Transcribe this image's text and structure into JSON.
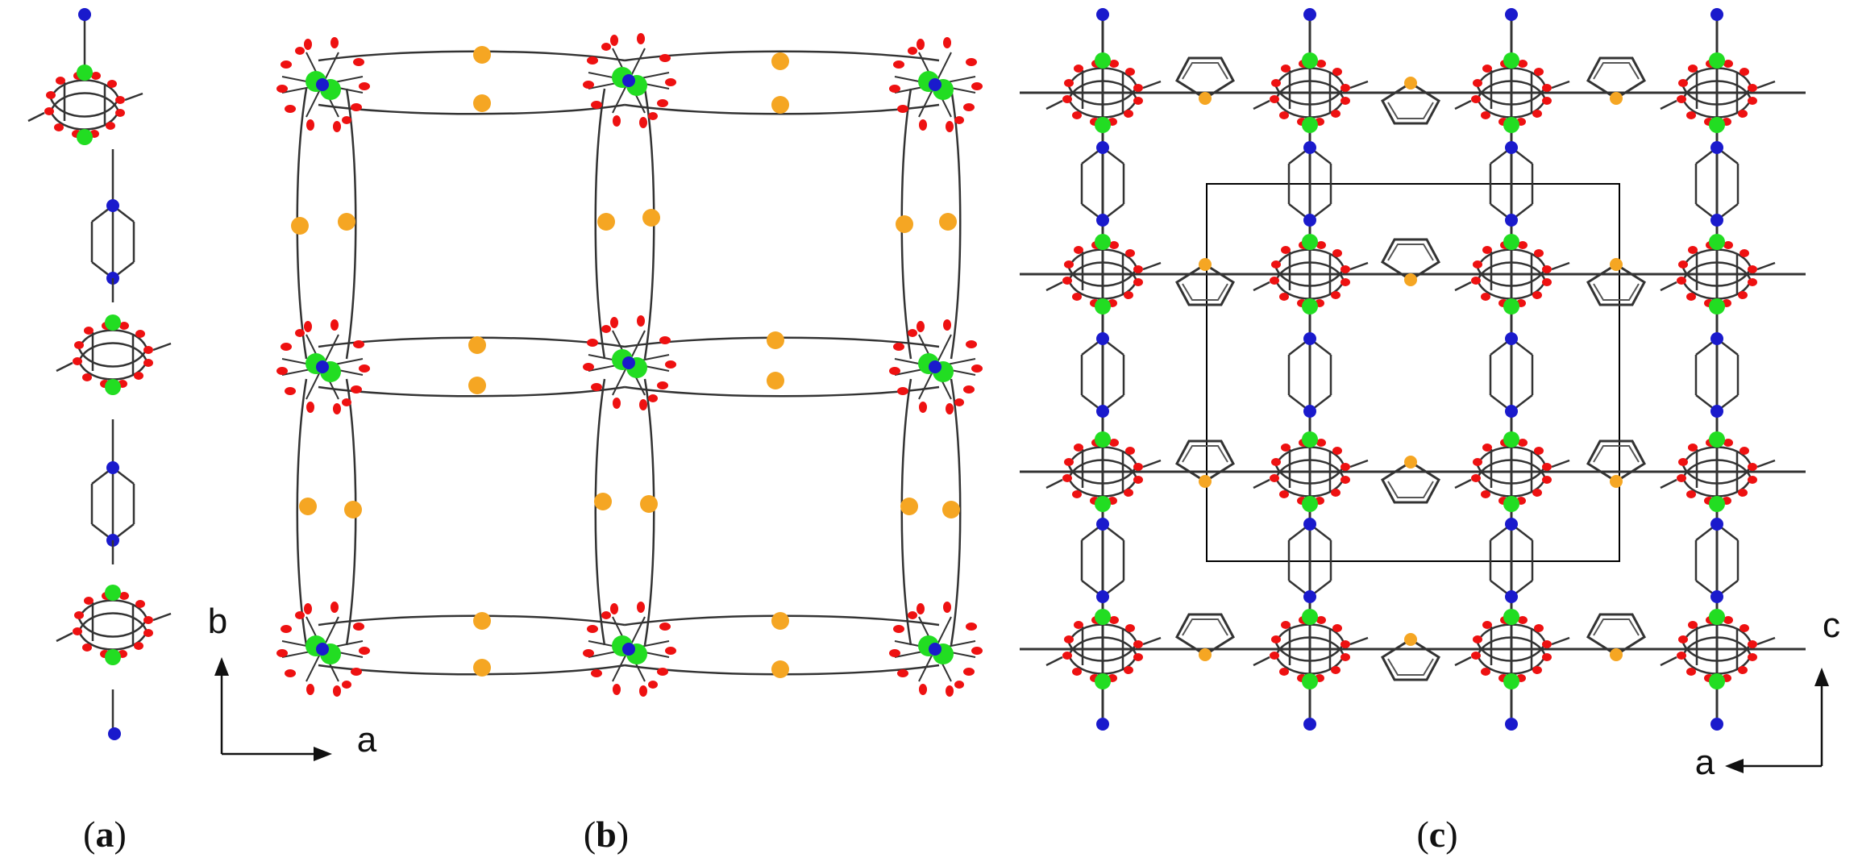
{
  "figure": {
    "panels": [
      {
        "id": "a",
        "caption_letter": "a"
      },
      {
        "id": "b",
        "caption_letter": "b"
      },
      {
        "id": "c",
        "caption_letter": "c"
      }
    ],
    "axes": {
      "b": {
        "vertical": "b",
        "horizontal": "a"
      },
      "c": {
        "vertical": "c",
        "horizontal": "a"
      }
    }
  },
  "colors": {
    "metal": "#22dd22",
    "oxygen": "#ee1111",
    "nitrogen": "#1a1acc",
    "sulfur": "#f5a623",
    "bond": "#333333",
    "cell": "#000000"
  }
}
